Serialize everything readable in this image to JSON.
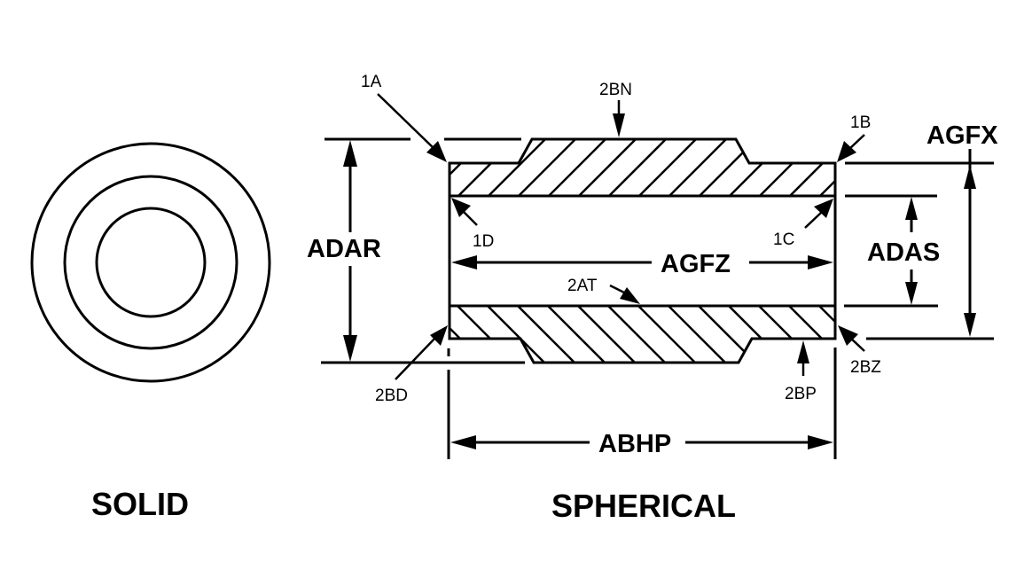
{
  "views": {
    "solid": {
      "title": "SOLID"
    },
    "spherical": {
      "title": "SPHERICAL"
    }
  },
  "callouts": {
    "c1A": "1A",
    "c1B": "1B",
    "c1C": "1C",
    "c1D": "1D",
    "c2BN": "2BN",
    "c2AT": "2AT",
    "c2BD": "2BD",
    "c2BP": "2BP",
    "c2BZ": "2BZ"
  },
  "dimensions": {
    "adar": "ADAR",
    "agfz": "AGFZ",
    "adas": "ADAS",
    "agfx": "AGFX",
    "abhp": "ABHP"
  },
  "colors": {
    "ink": "#000000",
    "paper": "#ffffff"
  }
}
